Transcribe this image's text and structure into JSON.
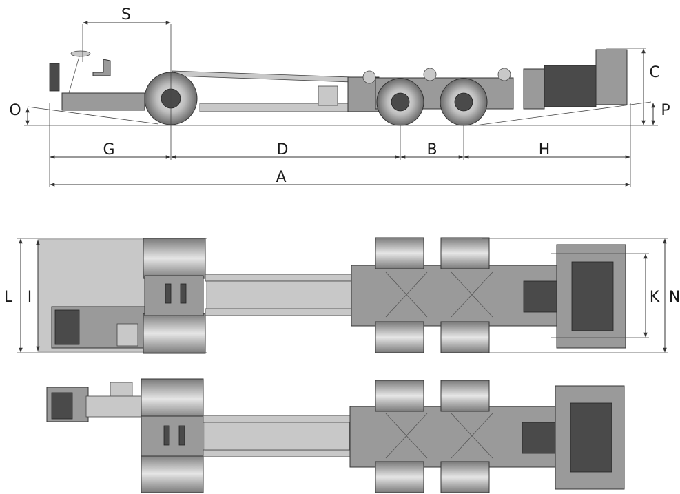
{
  "dimension_labels": {
    "A": "A",
    "B": "B",
    "C": "C",
    "D": "D",
    "G": "G",
    "H": "H",
    "I": "I",
    "K": "K",
    "L": "L",
    "N": "N",
    "O": "O",
    "P": "P",
    "S": "S"
  }
}
